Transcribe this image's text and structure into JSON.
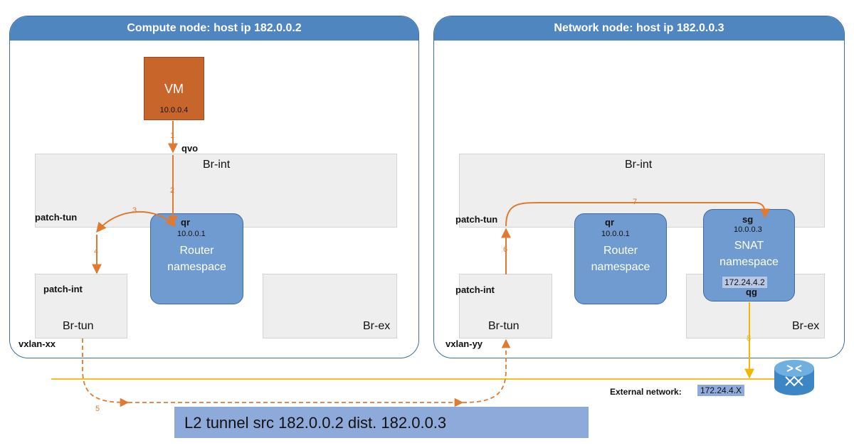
{
  "compute_node": {
    "title": "Compute node: host ip 182.0.0.2",
    "vm": {
      "label": "VM",
      "ip": "10.0.0.4"
    },
    "port_qvo": "qvo",
    "br_int": "Br-int",
    "patch_tun": "patch-tun",
    "router_ns": {
      "port": "qr",
      "ip": "10.0.0.1",
      "line1": "Router",
      "line2": "namespace"
    },
    "patch_int": "patch-int",
    "br_tun": "Br-tun",
    "br_ex": "Br-ex",
    "vxlan": "vxlan-xx"
  },
  "network_node": {
    "title": "Network node: host ip 182.0.0.3",
    "br_int": "Br-int",
    "patch_tun": "patch-tun",
    "router_ns": {
      "port": "qr",
      "ip": "10.0.0.1",
      "line1": "Router",
      "line2": "namespace"
    },
    "snat_ns": {
      "port": "sg",
      "ip": "10.0.0.3",
      "line1": "SNAT",
      "line2": "namespace",
      "ext_ip": "172.24.4.2",
      "ext_port": "qg"
    },
    "patch_int": "patch-int",
    "br_tun": "Br-tun",
    "br_ex": "Br-ex",
    "vxlan": "vxlan-yy"
  },
  "external": {
    "label": "External network:",
    "subnet": "172.24.4.X",
    "router_icon": "router-icon"
  },
  "tunnel_label": "L2 tunnel src 182.0.0.2 dist. 182.0.0.3",
  "steps": [
    "1",
    "2",
    "3",
    "4",
    "5",
    "6",
    "7",
    "8"
  ],
  "colors": {
    "header": "#4f86bf",
    "namespace": "#6f9bd0",
    "vm": "#c8652a",
    "flow": "#e07a30",
    "external": "#f2b705",
    "tunnel_box": "#8eaadb",
    "bridge": "#eeeeee"
  }
}
